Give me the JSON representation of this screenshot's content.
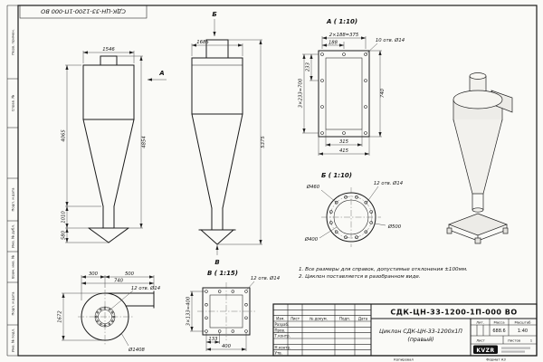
{
  "sheet": {
    "corner_code": "СДК-ЦН-33-1200-1П-000 ВО",
    "copied": "Копировал",
    "format": "Формат А3"
  },
  "margins": {
    "m1": "Перв. примен.",
    "m2": "Справ. №",
    "m3": "Подп. и дата",
    "m4": "Инв. № дубл.",
    "m5": "Взам. инв. №",
    "m6": "Подп. и дата",
    "m7": "Инв. № подл."
  },
  "notes": {
    "n1": "1. Все размеры для справок, допустимые отклонения ±100мм.",
    "n2": "2. Циклон поставляется в разобранном виде."
  },
  "front_view": {
    "label": "А",
    "dim_width": "1546",
    "dim_h1": "4065",
    "dim_h2": "1010",
    "dim_h3": "580",
    "dim_total": "4854"
  },
  "side_view": {
    "label_top": "Б",
    "label_bottom": "В",
    "dim_width": "1685",
    "dim_total": "5375"
  },
  "detail_a": {
    "title": "А ( 1:10)",
    "dim_top1": "2×188=375",
    "dim_top2": "188",
    "holes": "10 отв. Ø14",
    "dim_left1": "233",
    "dim_left2": "3×233=700",
    "dim_right": "740",
    "dim_bot1": "315",
    "dim_bot2": "415"
  },
  "detail_b": {
    "title": "Б ( 1:10)",
    "d_bolt": "Ø460",
    "holes": "12 отв. Ø14",
    "d_inner": "Ø400",
    "d_outer": "Ø500"
  },
  "detail_v": {
    "title": "В ( 1:15)",
    "holes": "12 отв. Ø14",
    "dim_left": "3×133=400",
    "dim_bot1": "133",
    "dim_bot2": "400"
  },
  "volute_view": {
    "dim1": "300",
    "dim2": "500",
    "dim3": "740",
    "holes": "12 отв. Ø14",
    "dim_left": "1672",
    "d_outer": "Ø1408"
  },
  "title_block": {
    "code": "СДК-ЦН-33-1200-1П-000 ВО",
    "name1": "Циклон СДК-ЦН-33-1200х1П",
    "name2": "(правый)",
    "h_izm": "Изм.",
    "h_list": "Лист",
    "h_doc": "№ докум.",
    "h_podp": "Подп.",
    "h_data": "Дата",
    "r_razrab": "Разраб.",
    "r_prov": "Пров.",
    "r_tkontr": "Т.контр.",
    "r_nkontr": "Н.контр.",
    "r_utv": "Утв.",
    "lit_label": "Лит.",
    "mass_label": "Масса",
    "scale_label": "Масштаб",
    "mass": "688.6",
    "scale": "1:40",
    "list_label": "Лист",
    "listov_label": "Листов",
    "listov_value": "1",
    "logo": "KVZR"
  }
}
